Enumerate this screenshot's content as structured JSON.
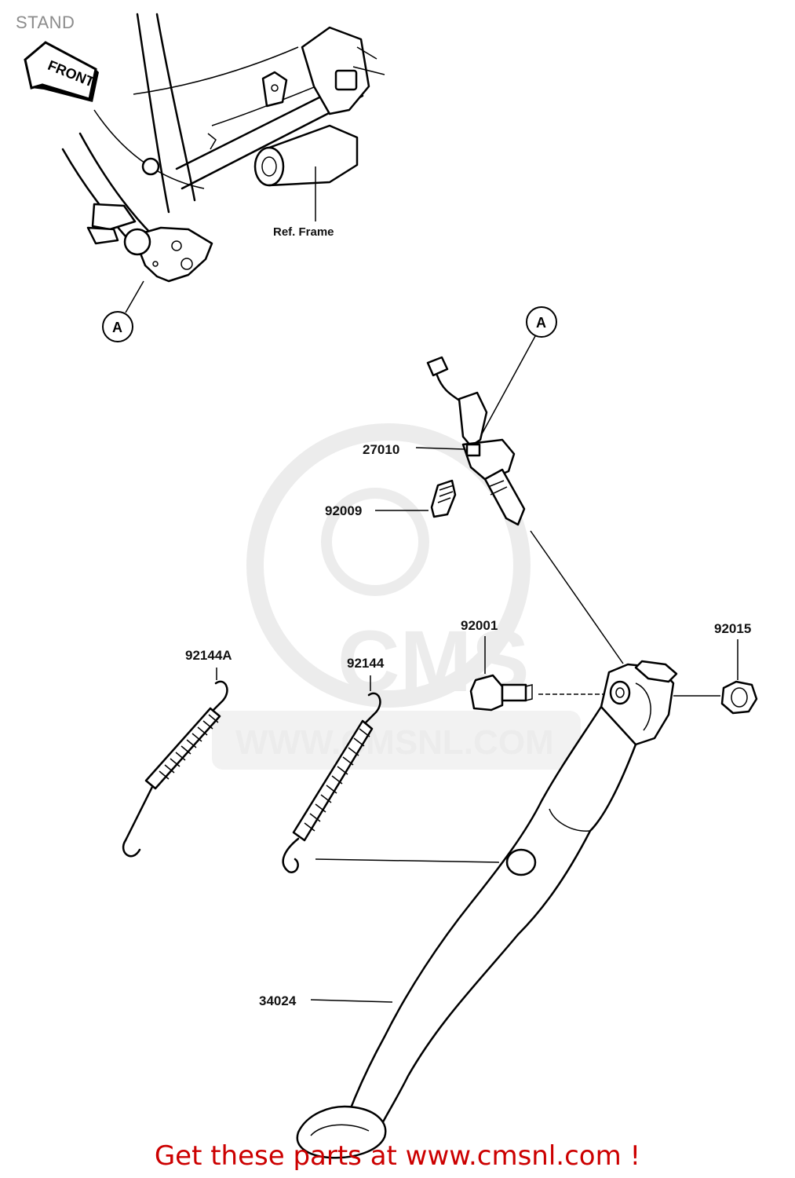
{
  "page": {
    "title": "STAND",
    "footer": "Get these parts at www.cmsnl.com !"
  },
  "watermark": {
    "brand": "CMS",
    "url": "WWW.CMSNL.COM"
  },
  "front_arrow": {
    "label": "FRONT"
  },
  "frame_ref": {
    "label": "Ref. Frame"
  },
  "reference_marks": [
    {
      "label": "A"
    },
    {
      "label": "A"
    }
  ],
  "parts": [
    {
      "number": "27010"
    },
    {
      "number": "92009"
    },
    {
      "number": "92001"
    },
    {
      "number": "92015"
    },
    {
      "number": "92144A"
    },
    {
      "number": "92144"
    },
    {
      "number": "34024"
    }
  ],
  "colors": {
    "title": "#8c8c8c",
    "footer": "#cc0000",
    "watermark": "#ececec",
    "line": "#000000"
  }
}
